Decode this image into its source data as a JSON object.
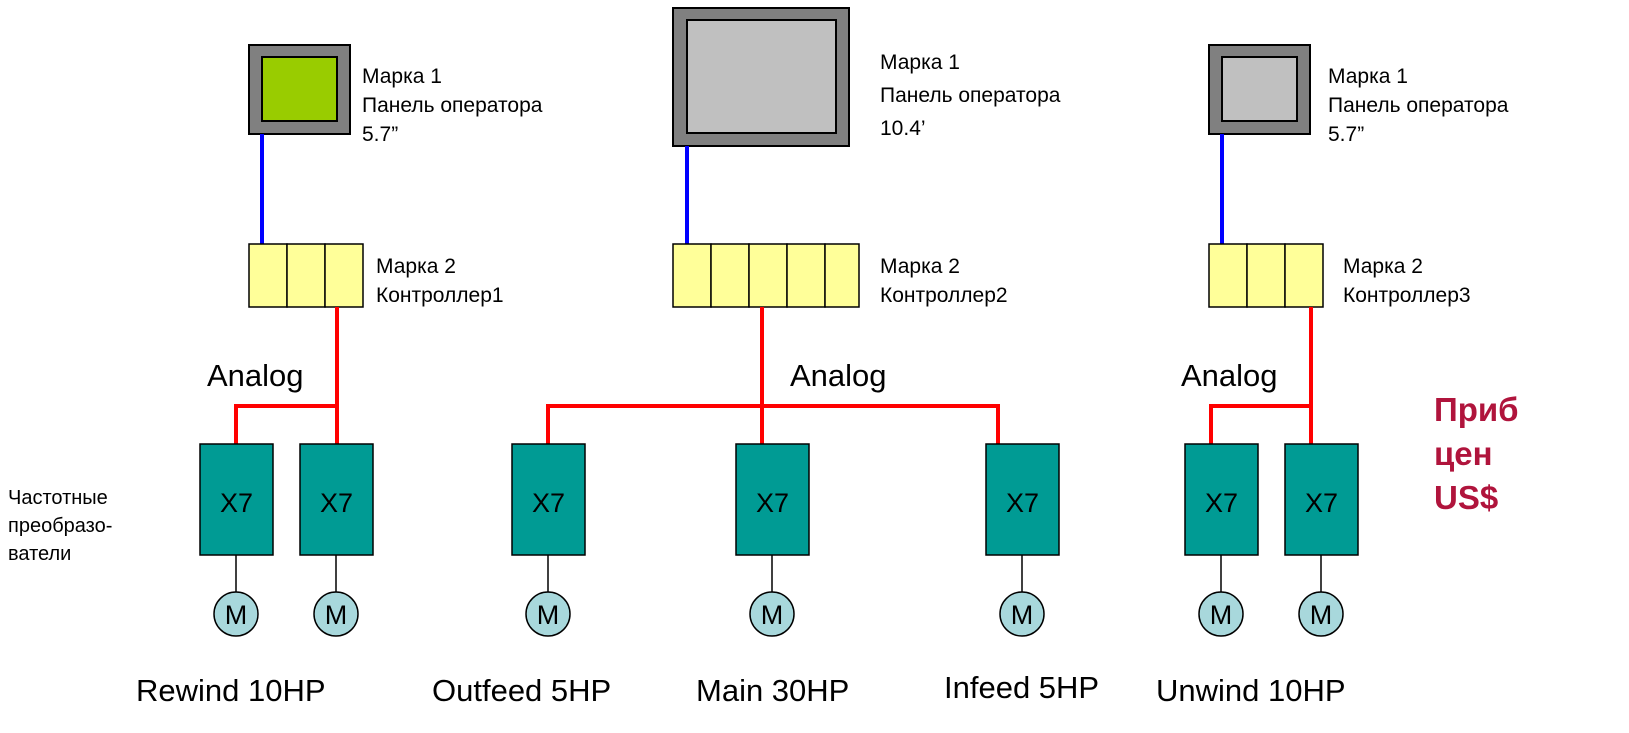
{
  "panels": [
    {
      "brand": "Марка 1",
      "desc": "Панель оператора",
      "size": "5.7”",
      "screen_color": "#99cc00"
    },
    {
      "brand": "Марка 1",
      "desc": "Панель оператора",
      "size": "10.4’",
      "screen_color": "#c0c0c0"
    },
    {
      "brand": "Марка 1",
      "desc": "Панель оператора",
      "size": "5.7”",
      "screen_color": "#c0c0c0"
    }
  ],
  "controllers": [
    {
      "brand": "Марка 2",
      "name": "Контроллер1"
    },
    {
      "brand": "Марка 2",
      "name": "Контроллер2"
    },
    {
      "brand": "Марка 2",
      "name": "Контроллер3"
    }
  ],
  "analog_label": "Analog",
  "drive_label": "X7",
  "motor_label": "M",
  "drive_group_label": [
    "Частотные",
    "преобразо-",
    "ватели"
  ],
  "drives": [
    "Rewind 10HP",
    "Outfeed 5HP",
    "Main 30HP",
    "Infeed 5HP",
    "Unwind 10HP"
  ],
  "price_text": "Приб\nцен\nUS$",
  "colors": {
    "controller_fill": "#ffff99",
    "drive_fill": "#009b94",
    "motor_fill": "#a8d8dc",
    "analog_wire": "#ff0000",
    "panel_wire": "#0000ff",
    "price_text": "#b0143c"
  }
}
